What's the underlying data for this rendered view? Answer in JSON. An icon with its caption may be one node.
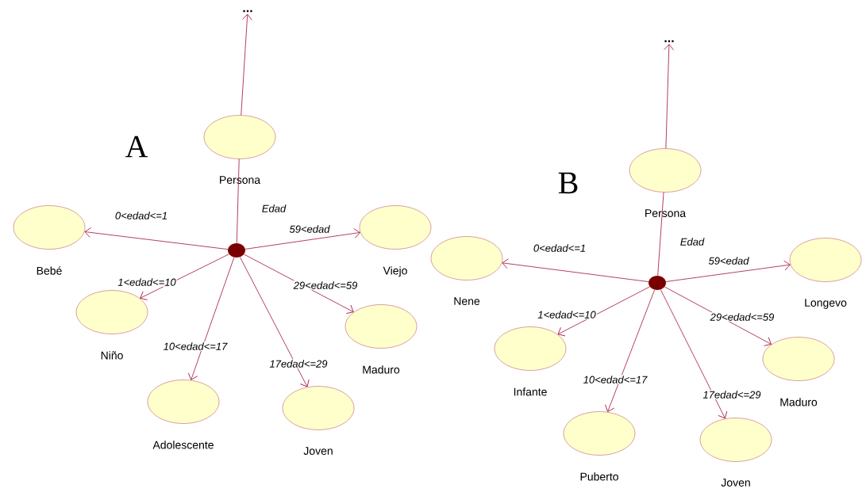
{
  "diagram": {
    "nodes": [
      {
        "text": [
          "..."
        ]
      },
      {
        "text": [
          "Persona"
        ]
      },
      {
        "text": [],
        "shape": "circle"
      },
      {
        "text": [
          "Bebé"
        ]
      },
      {
        "text": [
          "Viejo"
        ]
      },
      {
        "text": [
          "Niño"
        ]
      },
      {
        "text": [
          "Maduro"
        ]
      },
      {
        "text": [
          "Adolescente"
        ]
      },
      {
        "text": [
          "Joven"
        ]
      },
      {
        "text": [
          "..."
        ]
      },
      {
        "text": [
          "Persona"
        ]
      },
      {
        "text": [],
        "shape": "circle"
      },
      {
        "text": [
          "Nene"
        ]
      },
      {
        "text": [
          "Longevo"
        ]
      },
      {
        "text": [
          "Infante"
        ]
      },
      {
        "text": [
          "Maduro"
        ]
      },
      {
        "text": [
          "Puberto"
        ]
      },
      {
        "text": [
          "Joven"
        ]
      }
    ],
    "edges": [
      {
        "from": 1,
        "to": 0,
        "arrow": "to"
      },
      {
        "from": 1,
        "to": 2,
        "arrow": "none",
        "label": "Edad"
      },
      {
        "from": 2,
        "to": 3,
        "arrow": "to",
        "label": "0<edad<=1"
      },
      {
        "from": 2,
        "to": 4,
        "arrow": "to",
        "label": "59<edad"
      },
      {
        "from": 2,
        "to": 5,
        "arrow": "to",
        "label": "1<edad<=10"
      },
      {
        "from": 2,
        "to": 6,
        "arrow": "to",
        "label": "29<edad<=59"
      },
      {
        "from": 2,
        "to": 7,
        "arrow": "to",
        "label": "10<edad<=17"
      },
      {
        "from": 2,
        "to": 8,
        "arrow": "to",
        "label": "17edad<=29"
      },
      {
        "from": 10,
        "to": 9,
        "arrow": "to"
      },
      {
        "from": 10,
        "to": 11,
        "arrow": "none",
        "label": "Edad"
      },
      {
        "from": 11,
        "to": 12,
        "arrow": "to",
        "label": "0<edad<=1"
      },
      {
        "from": 11,
        "to": 13,
        "arrow": "to",
        "label": "59<edad"
      },
      {
        "from": 11,
        "to": 14,
        "arrow": "to",
        "label": "1<edad<=10"
      },
      {
        "from": 11,
        "to": 15,
        "arrow": "to",
        "label": "29<edad<=59"
      },
      {
        "from": 11,
        "to": 16,
        "arrow": "to",
        "label": "10<edad<=17"
      },
      {
        "from": 11,
        "to": 17,
        "arrow": "to",
        "label": "17edad<=29"
      }
    ],
    "labels": [
      "A",
      "B"
    ]
  }
}
